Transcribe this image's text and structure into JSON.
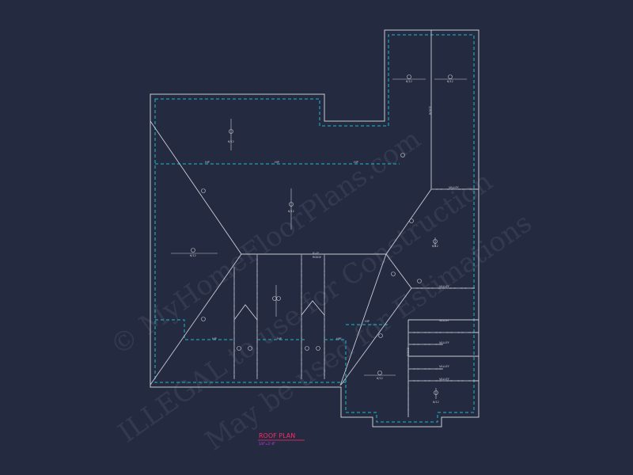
{
  "drawing": {
    "title": "ROOF PLAN",
    "scale": "1/4\"=1'-0\"",
    "colors": {
      "background": "#242a3f",
      "outline": "#c9ccd6",
      "eave": "#22b8c8",
      "title": "#ff2a6a",
      "scale": "#d23cff"
    }
  },
  "watermark": {
    "line1": "© MyHomeFloorPlans.com",
    "line2": "ILLEGAL to use for Construction",
    "line3": "May be used for Estimations"
  },
  "labels": {
    "pitch": "6/12",
    "ridge": "RIDGE",
    "ridge_value": "0'-0\"",
    "hip": "HIP",
    "valley": "VALLEY"
  }
}
